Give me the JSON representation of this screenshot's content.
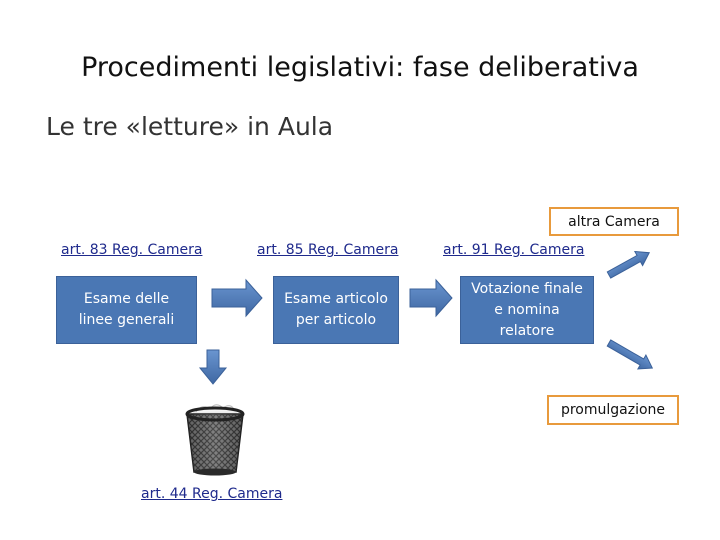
{
  "slide": {
    "title": "Procedimenti legislativi: fase deliberativa",
    "subtitle": "Le tre «letture» in Aula"
  },
  "links": {
    "art83": "art. 83 Reg. Camera",
    "art85": "art. 85 Reg. Camera",
    "art91": "art. 91 Reg. Camera",
    "art44": "art. 44 Reg. Camera"
  },
  "boxes": {
    "esame_generali_l1": "Esame delle",
    "esame_generali_l2": "linee generali",
    "esame_articolo_l1": "Esame articolo",
    "esame_articolo_l2": "per articolo",
    "votazione_l1": "Votazione finale",
    "votazione_l2": "e nomina",
    "votazione_l3": "relatore"
  },
  "outcomes": {
    "altra_camera": "altra Camera",
    "promulgazione": "promulgazione"
  },
  "icons": {
    "arrow": "block-arrow-icon",
    "trash": "trash-bin-icon"
  },
  "colors": {
    "box_fill": "#4a77b4",
    "arrow_fill": "#4a77b4",
    "outcome_border": "#e89a3c",
    "link_text": "#1f2a8c"
  }
}
